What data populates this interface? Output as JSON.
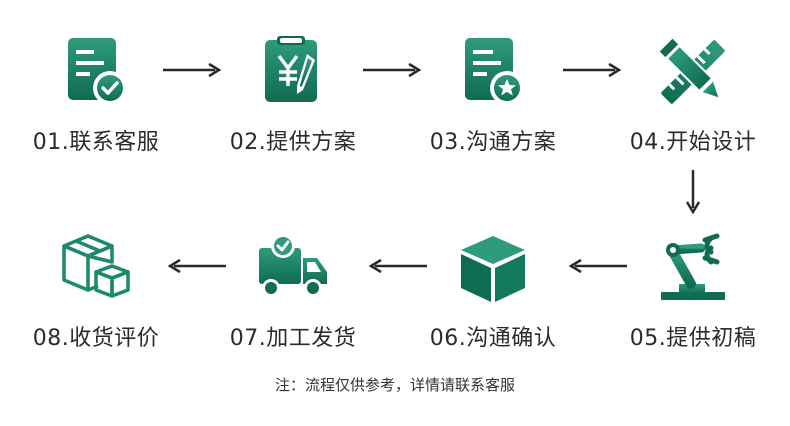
{
  "colors": {
    "icon_dark": "#0f6b52",
    "icon_light": "#2f9b7c",
    "arrow": "#2a2a2a",
    "text": "#2b2b2b"
  },
  "steps": [
    {
      "label": "01.联系客服",
      "icon": "document-check-icon"
    },
    {
      "label": "02.提供方案",
      "icon": "yuan-clipboard-pen-icon"
    },
    {
      "label": "03.沟通方案",
      "icon": "document-star-icon"
    },
    {
      "label": "04.开始设计",
      "icon": "pencil-ruler-icon"
    },
    {
      "label": "05.提供初稿",
      "icon": "robot-arm-icon"
    },
    {
      "label": "06.沟通确认",
      "icon": "cube-icon"
    },
    {
      "label": "07.加工发货",
      "icon": "delivery-truck-icon"
    },
    {
      "label": "08.收货评价",
      "icon": "packages-icon"
    }
  ],
  "note": "注：流程仅供参考，详情请联系客服"
}
